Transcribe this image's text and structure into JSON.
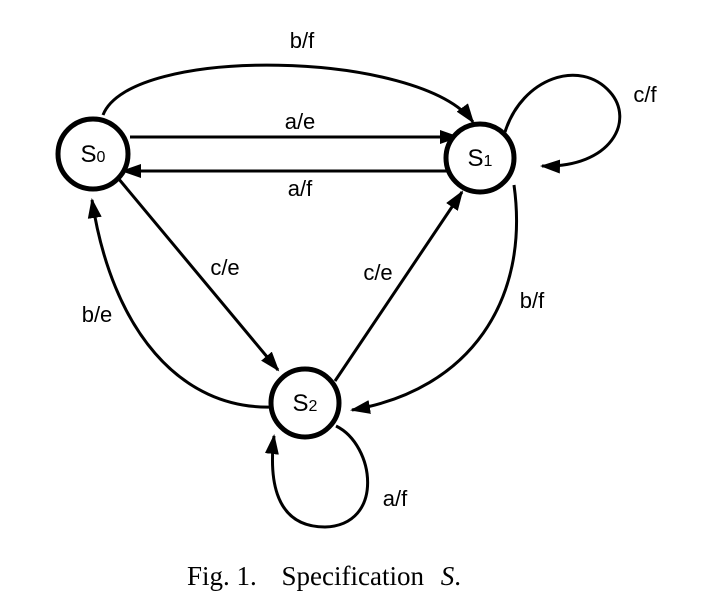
{
  "states": {
    "s0": {
      "main": "S",
      "sub": "0"
    },
    "s1": {
      "main": "S",
      "sub": "1"
    },
    "s2": {
      "main": "S",
      "sub": "2"
    }
  },
  "transitions": {
    "s0_s1_top": {
      "from": "S0",
      "to": "S1",
      "label": "b/f"
    },
    "s0_s1_a": {
      "from": "S0",
      "to": "S1",
      "label": "a/e"
    },
    "s1_s0_a": {
      "from": "S1",
      "to": "S0",
      "label": "a/f"
    },
    "s1_self": {
      "from": "S1",
      "to": "S1",
      "label": "c/f"
    },
    "s0_s2": {
      "from": "S0",
      "to": "S2",
      "label": "c/e"
    },
    "s2_s1": {
      "from": "S2",
      "to": "S1",
      "label": "c/e"
    },
    "s2_s0": {
      "from": "S2",
      "to": "S0",
      "label": "b/e"
    },
    "s1_s2": {
      "from": "S1",
      "to": "S2",
      "label": "b/f"
    },
    "s2_self": {
      "from": "S2",
      "to": "S2",
      "label": "a/f"
    }
  },
  "caption": {
    "prefix": "Fig. 1.",
    "text": "Specification",
    "symbol": "S",
    "suffix": "."
  }
}
